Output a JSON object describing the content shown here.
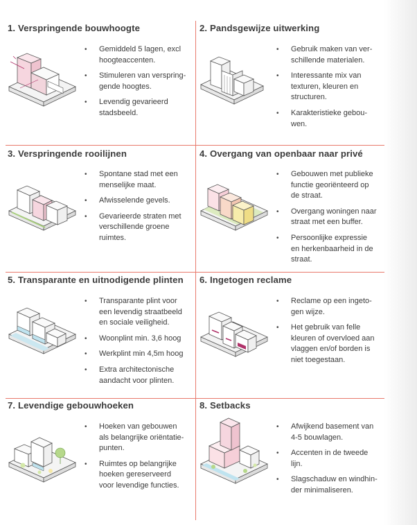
{
  "sections": [
    {
      "title": "1. Verspringende bouwhoogte",
      "icon": "isometric-stepped-heights-icon",
      "bullets": [
        [
          "Gemiddeld 5 lagen, excl",
          "hoogteaccenten."
        ],
        [
          "Stimuleren van verspring-",
          "gende hoogtes."
        ],
        [
          "Levendig gevarieerd",
          "stadsbeeld."
        ]
      ]
    },
    {
      "title": "2. Pandsgewijze uitwerking",
      "icon": "isometric-individual-buildings-icon",
      "bullets": [
        [
          "Gebruik maken van ver-",
          "schillende materialen."
        ],
        [
          "Interessante mix van",
          "texturen, kleuren en",
          "structuren."
        ],
        [
          "Karakteristieke gebou-",
          "wen."
        ]
      ]
    },
    {
      "title": "3. Verspringende rooilijnen",
      "icon": "isometric-staggered-building-lines-icon",
      "bullets": [
        [
          "Spontane stad met een",
          "menselijke maat."
        ],
        [
          "Afwisselende gevels."
        ],
        [
          "Gevarieerde straten met",
          "verschillende groene",
          "ruimtes."
        ]
      ]
    },
    {
      "title": "4. Overgang van openbaar naar privé",
      "icon": "isometric-public-private-transition-icon",
      "bullets": [
        [
          "Gebouwen met publieke",
          "functie georiënteerd op",
          "de straat."
        ],
        [
          "Overgang woningen naar",
          "straat met een buffer."
        ],
        [
          "Persoonlijke expressie",
          "en herkenbaarheid in de",
          "straat."
        ]
      ]
    },
    {
      "title": "5. Transparante en uitnodigende plinten",
      "icon": "isometric-transparent-plinth-icon",
      "bullets": [
        [
          "Transparante plint voor",
          "een levendig straatbeeld",
          "en sociale veiligheid."
        ],
        [
          "Woonplint min. 3,6 hoog"
        ],
        [
          "Werkplint min 4,5m hoog"
        ],
        [
          "Extra architectonische",
          "aandacht voor plinten."
        ]
      ]
    },
    {
      "title": "6. Ingetogen reclame",
      "icon": "isometric-restrained-signage-icon",
      "bullets": [
        [
          "Reclame op een ingeto-",
          "gen wijze."
        ],
        [
          "Het gebruik van felle",
          "kleuren of overvloed aan",
          "vlaggen en/of borden is",
          "niet toegestaan."
        ]
      ]
    },
    {
      "title": "7. Levendige gebouwhoeken",
      "icon": "isometric-lively-corners-icon",
      "bullets": [
        [
          "Hoeken van gebouwen",
          "als belangrijke oriëntatie-",
          "punten."
        ],
        [
          "Ruimtes op belangrijke",
          "hoeken gereserveerd",
          "voor levendige functies."
        ]
      ]
    },
    {
      "title": "8. Setbacks",
      "icon": "isometric-setbacks-tower-icon",
      "bullets": [
        [
          "Afwijkend basement van",
          "4-5 bouwlagen."
        ],
        [
          "Accenten in de tweede",
          "lijn."
        ],
        [
          "Slagschaduw en windhin-",
          "der  minimaliseren."
        ]
      ]
    }
  ],
  "colors": {
    "divider": "#e8796b",
    "pink_accent": "#f2c9d3",
    "green_accent": "#d9ecc0",
    "yellow_accent": "#f6e9a8",
    "blue_accent": "#bfe3ef",
    "magenta_accent": "#b0336a"
  }
}
